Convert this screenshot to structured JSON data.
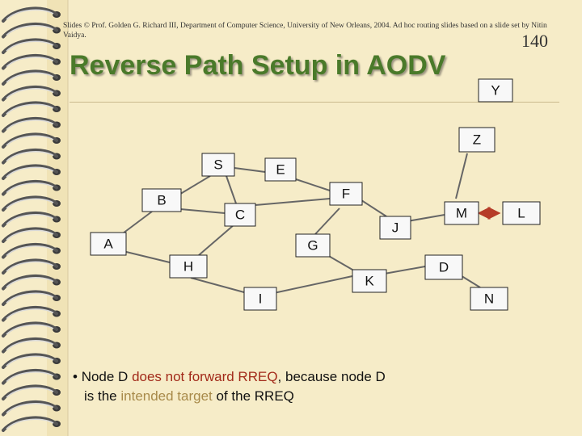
{
  "slide": {
    "header_text": "Slides © Prof. Golden G. Richard III, Department of Computer Science, University of New Orleans, 2004. Ad hoc routing slides based on a slide set by Nitin Vaidya.",
    "page_number": "140",
    "title": "Reverse Path Setup in AODV"
  },
  "diagram": {
    "nodes": [
      "S",
      "E",
      "B",
      "F",
      "C",
      "M",
      "L",
      "J",
      "A",
      "G",
      "H",
      "D",
      "K",
      "I",
      "N",
      "Y",
      "Z"
    ]
  },
  "bullet": {
    "mark": "•",
    "part1": "Node D ",
    "part2": "does not forward",
    "part3": " RREQ",
    "part4": ", because node D",
    "part5": "is the ",
    "part6": "intended target",
    "part7": " of the RREQ"
  },
  "colors": {
    "background": "#f6ecc8",
    "title": "#4a7a2a",
    "edge": "#666666",
    "arrow": "#b63c28",
    "highlight_red": "#a22a1a",
    "highlight_olive": "#a88a4a"
  }
}
